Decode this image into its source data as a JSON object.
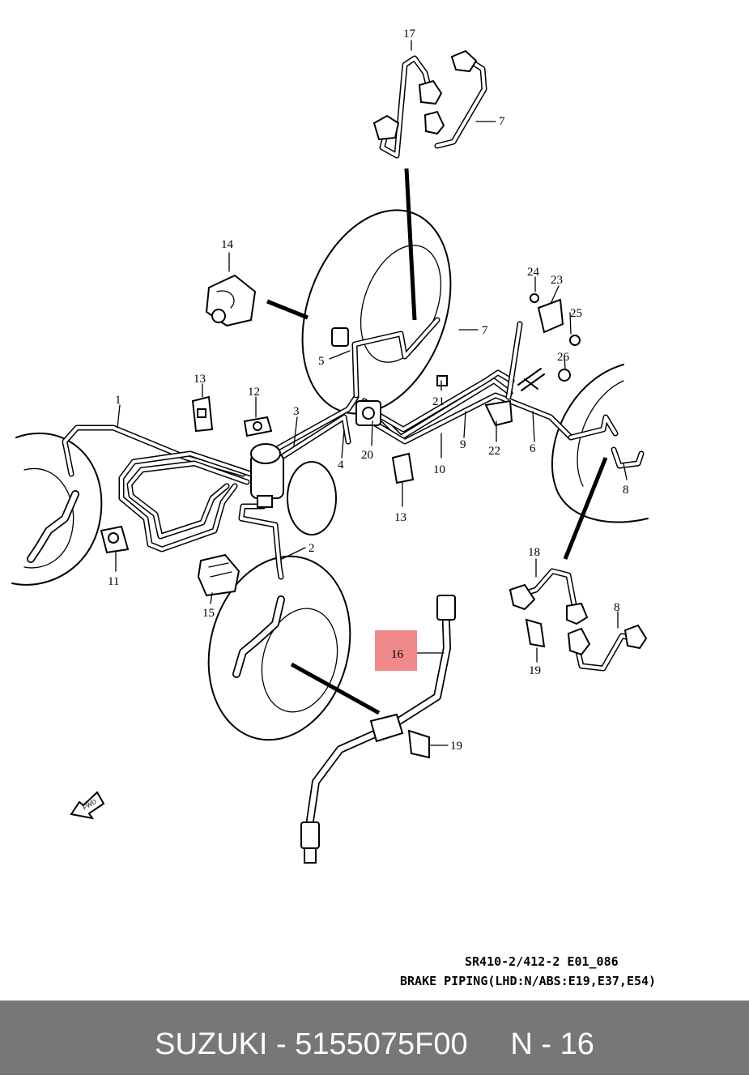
{
  "diagram": {
    "labels": {
      "p1": "1",
      "p2": "2",
      "p3": "3",
      "p4": "4",
      "p5": "5",
      "p6": "6",
      "p7a": "7",
      "p7b": "7",
      "p8a": "8",
      "p8b": "8",
      "p9": "9",
      "p10": "10",
      "p11": "11",
      "p12": "12",
      "p13a": "13",
      "p13b": "13",
      "p14": "14",
      "p15": "15",
      "p16": "16",
      "p17": "17",
      "p18": "18",
      "p19a": "19",
      "p19b": "19",
      "p20": "20",
      "p21": "21",
      "p22": "22",
      "p23": "23",
      "p24": "24",
      "p25": "25",
      "p26": "26"
    },
    "highlight_color": "#f08a8a",
    "fwd_arrow": "FWD",
    "caption_code": "SR410-2/412-2 E01_086",
    "caption_title": "BRAKE PIPING(LHD:N/ABS:E19,E37,E54)"
  },
  "footer": {
    "text": "SUZUKI - 5155075F00     N - 16",
    "background": "#777777"
  }
}
